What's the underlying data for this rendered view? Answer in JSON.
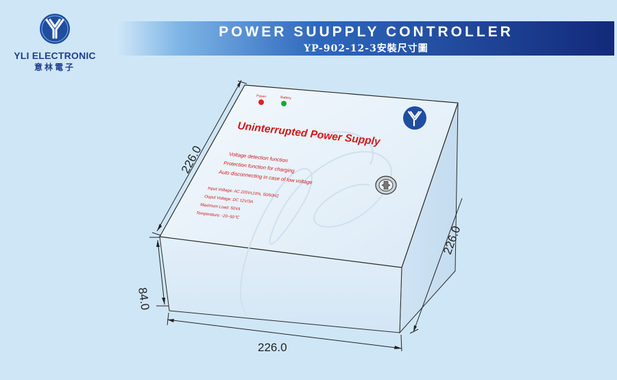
{
  "header": {
    "brand_en": "YLI ELECTRONIC",
    "brand_cn": "意林電子",
    "title": "POWER SUUPPLY CONTROLLER",
    "subtitle": "YP-902-12-3安裝尺寸圖"
  },
  "box": {
    "product_name": "Uninterrupted Power Supply",
    "features": [
      "Voltage detection function",
      "Protection function for charging",
      "Auto disconnecting in case of low voltage"
    ],
    "specs": [
      "Input Voltage: AC 220V±10%,  50/60HZ",
      "Ouput Voltage: DC 12V/3A",
      "Maximum Load: 50VA",
      "Temperature: -20~50℃"
    ],
    "led_labels": [
      "Power",
      "Battery"
    ],
    "watermark": "yli"
  },
  "dimensions": {
    "width": "226.0",
    "depth": "226.0",
    "top_depth": "226.0",
    "height": "84.0"
  },
  "colors": {
    "brand_blue": "#1f3f8c",
    "label_red": "#d01818",
    "led_red": "#e02020",
    "led_green": "#1aa640"
  }
}
